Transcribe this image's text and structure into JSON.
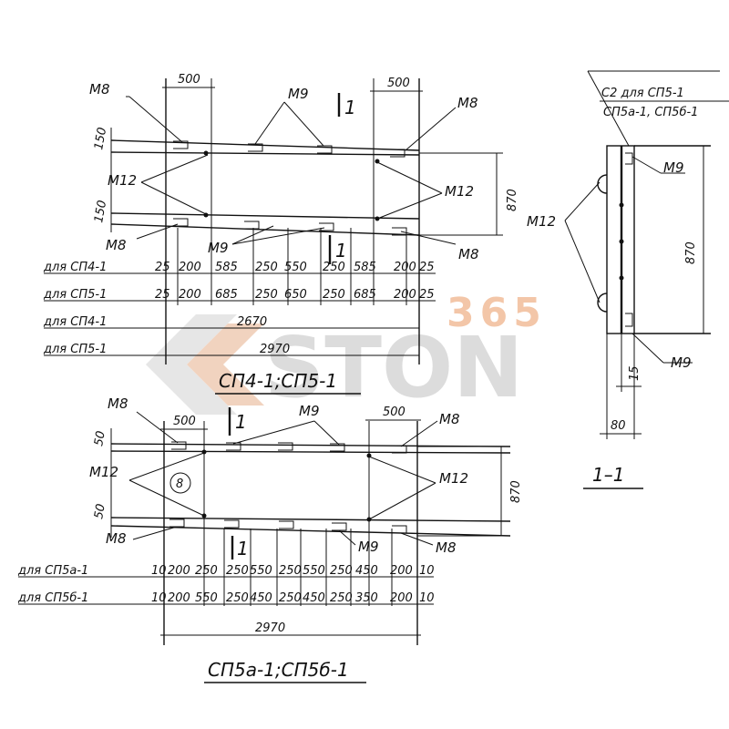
{
  "watermark": {
    "number": "365",
    "text": "STON"
  },
  "top_view": {
    "title": "СП4-1;СП5-1",
    "section_mark": "1",
    "section_mark_2": "1",
    "top_dims": [
      "500",
      "500"
    ],
    "side_dims": [
      "150",
      "150"
    ],
    "height_dim": "870",
    "labels": {
      "m8_tl": "М8",
      "m9_top": "М9",
      "m8_tr": "М8",
      "m12_l": "М12",
      "m12_r": "М12",
      "m8_bl": "М8",
      "m9_bot": "М9",
      "m8_br": "М8"
    },
    "rows": [
      {
        "label": "для СП4-1",
        "values": [
          "25",
          "200",
          "585",
          "250",
          "550",
          "250",
          "585",
          "200",
          "25"
        ]
      },
      {
        "label": "для СП5-1",
        "values": [
          "25",
          "200",
          "685",
          "250",
          "650",
          "250",
          "685",
          "200",
          "25"
        ]
      }
    ],
    "totals": [
      {
        "label": "для СП4-1",
        "value": "2670"
      },
      {
        "label": "для СП5-1",
        "value": "2970"
      }
    ]
  },
  "bottom_view": {
    "title": "СП5а-1;СП5б-1",
    "section_mark": "1",
    "section_mark_2": "1",
    "top_dims": [
      "500",
      "500"
    ],
    "side_dims": [
      "50",
      "50"
    ],
    "height_dim": "870",
    "circle": "8",
    "labels": {
      "m8_tl": "М8",
      "m9_top": "М9",
      "m8_tr": "М8",
      "m12_l": "М12",
      "m12_r": "М12",
      "m8_bl": "М8",
      "m9_bot": "М9",
      "m8_br": "М8"
    },
    "rows": [
      {
        "label": "для СП5а-1",
        "values": [
          "10",
          "200",
          "250",
          "250",
          "550",
          "250",
          "550",
          "250",
          "450",
          "200",
          "10"
        ]
      },
      {
        "label": "для СП5б-1",
        "values": [
          "10",
          "200",
          "550",
          "250",
          "450",
          "250",
          "450",
          "250",
          "350",
          "200",
          "10"
        ]
      }
    ],
    "total": "2970"
  },
  "section": {
    "title": "1–1",
    "note_line1": "С2 для СП5-1",
    "note_line2": "СП5а-1, СП5б-1",
    "m9_top": "М9",
    "m12": "М12",
    "m9_bot": "М9",
    "height_dim": "870",
    "dim_15": "15",
    "dim_80": "80"
  }
}
